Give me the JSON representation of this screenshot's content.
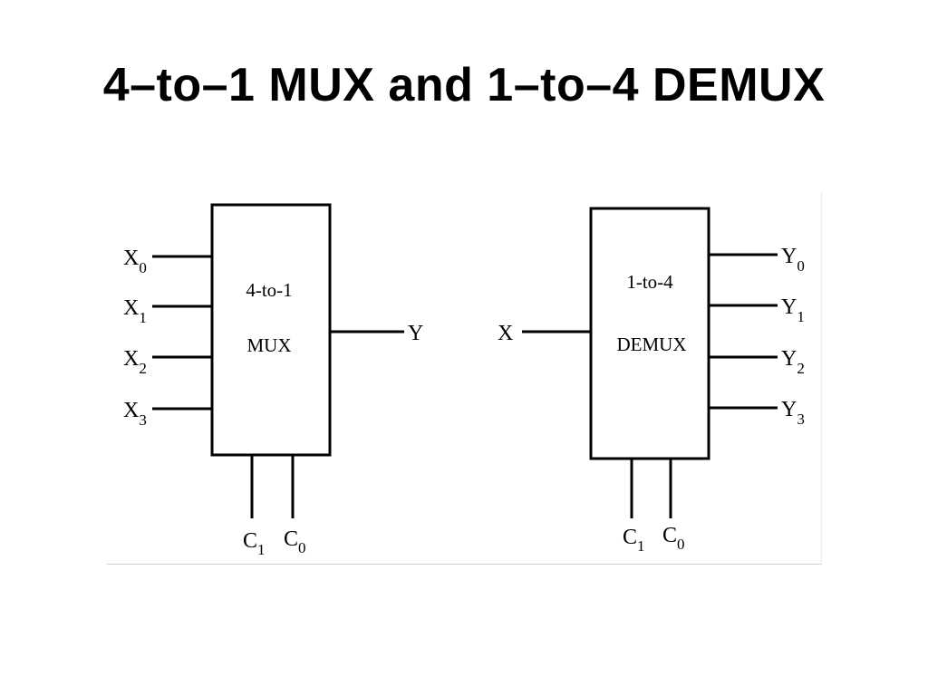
{
  "title": "4–to–1 MUX and 1–to–4 DEMUX",
  "mux": {
    "inputs": [
      {
        "name": "X",
        "sub": "0"
      },
      {
        "name": "X",
        "sub": "1"
      },
      {
        "name": "X",
        "sub": "2"
      },
      {
        "name": "X",
        "sub": "3"
      }
    ],
    "box_line1": "4-to-1",
    "box_line2": "MUX",
    "output": {
      "name": "Y"
    },
    "selects": [
      {
        "name": "C",
        "sub": "1"
      },
      {
        "name": "C",
        "sub": "0"
      }
    ]
  },
  "demux": {
    "input": {
      "name": "X"
    },
    "box_line1": "1-to-4",
    "box_line2": "DEMUX",
    "outputs": [
      {
        "name": "Y",
        "sub": "0"
      },
      {
        "name": "Y",
        "sub": "1"
      },
      {
        "name": "Y",
        "sub": "2"
      },
      {
        "name": "Y",
        "sub": "3"
      }
    ],
    "selects": [
      {
        "name": "C",
        "sub": "1"
      },
      {
        "name": "C",
        "sub": "0"
      }
    ]
  }
}
